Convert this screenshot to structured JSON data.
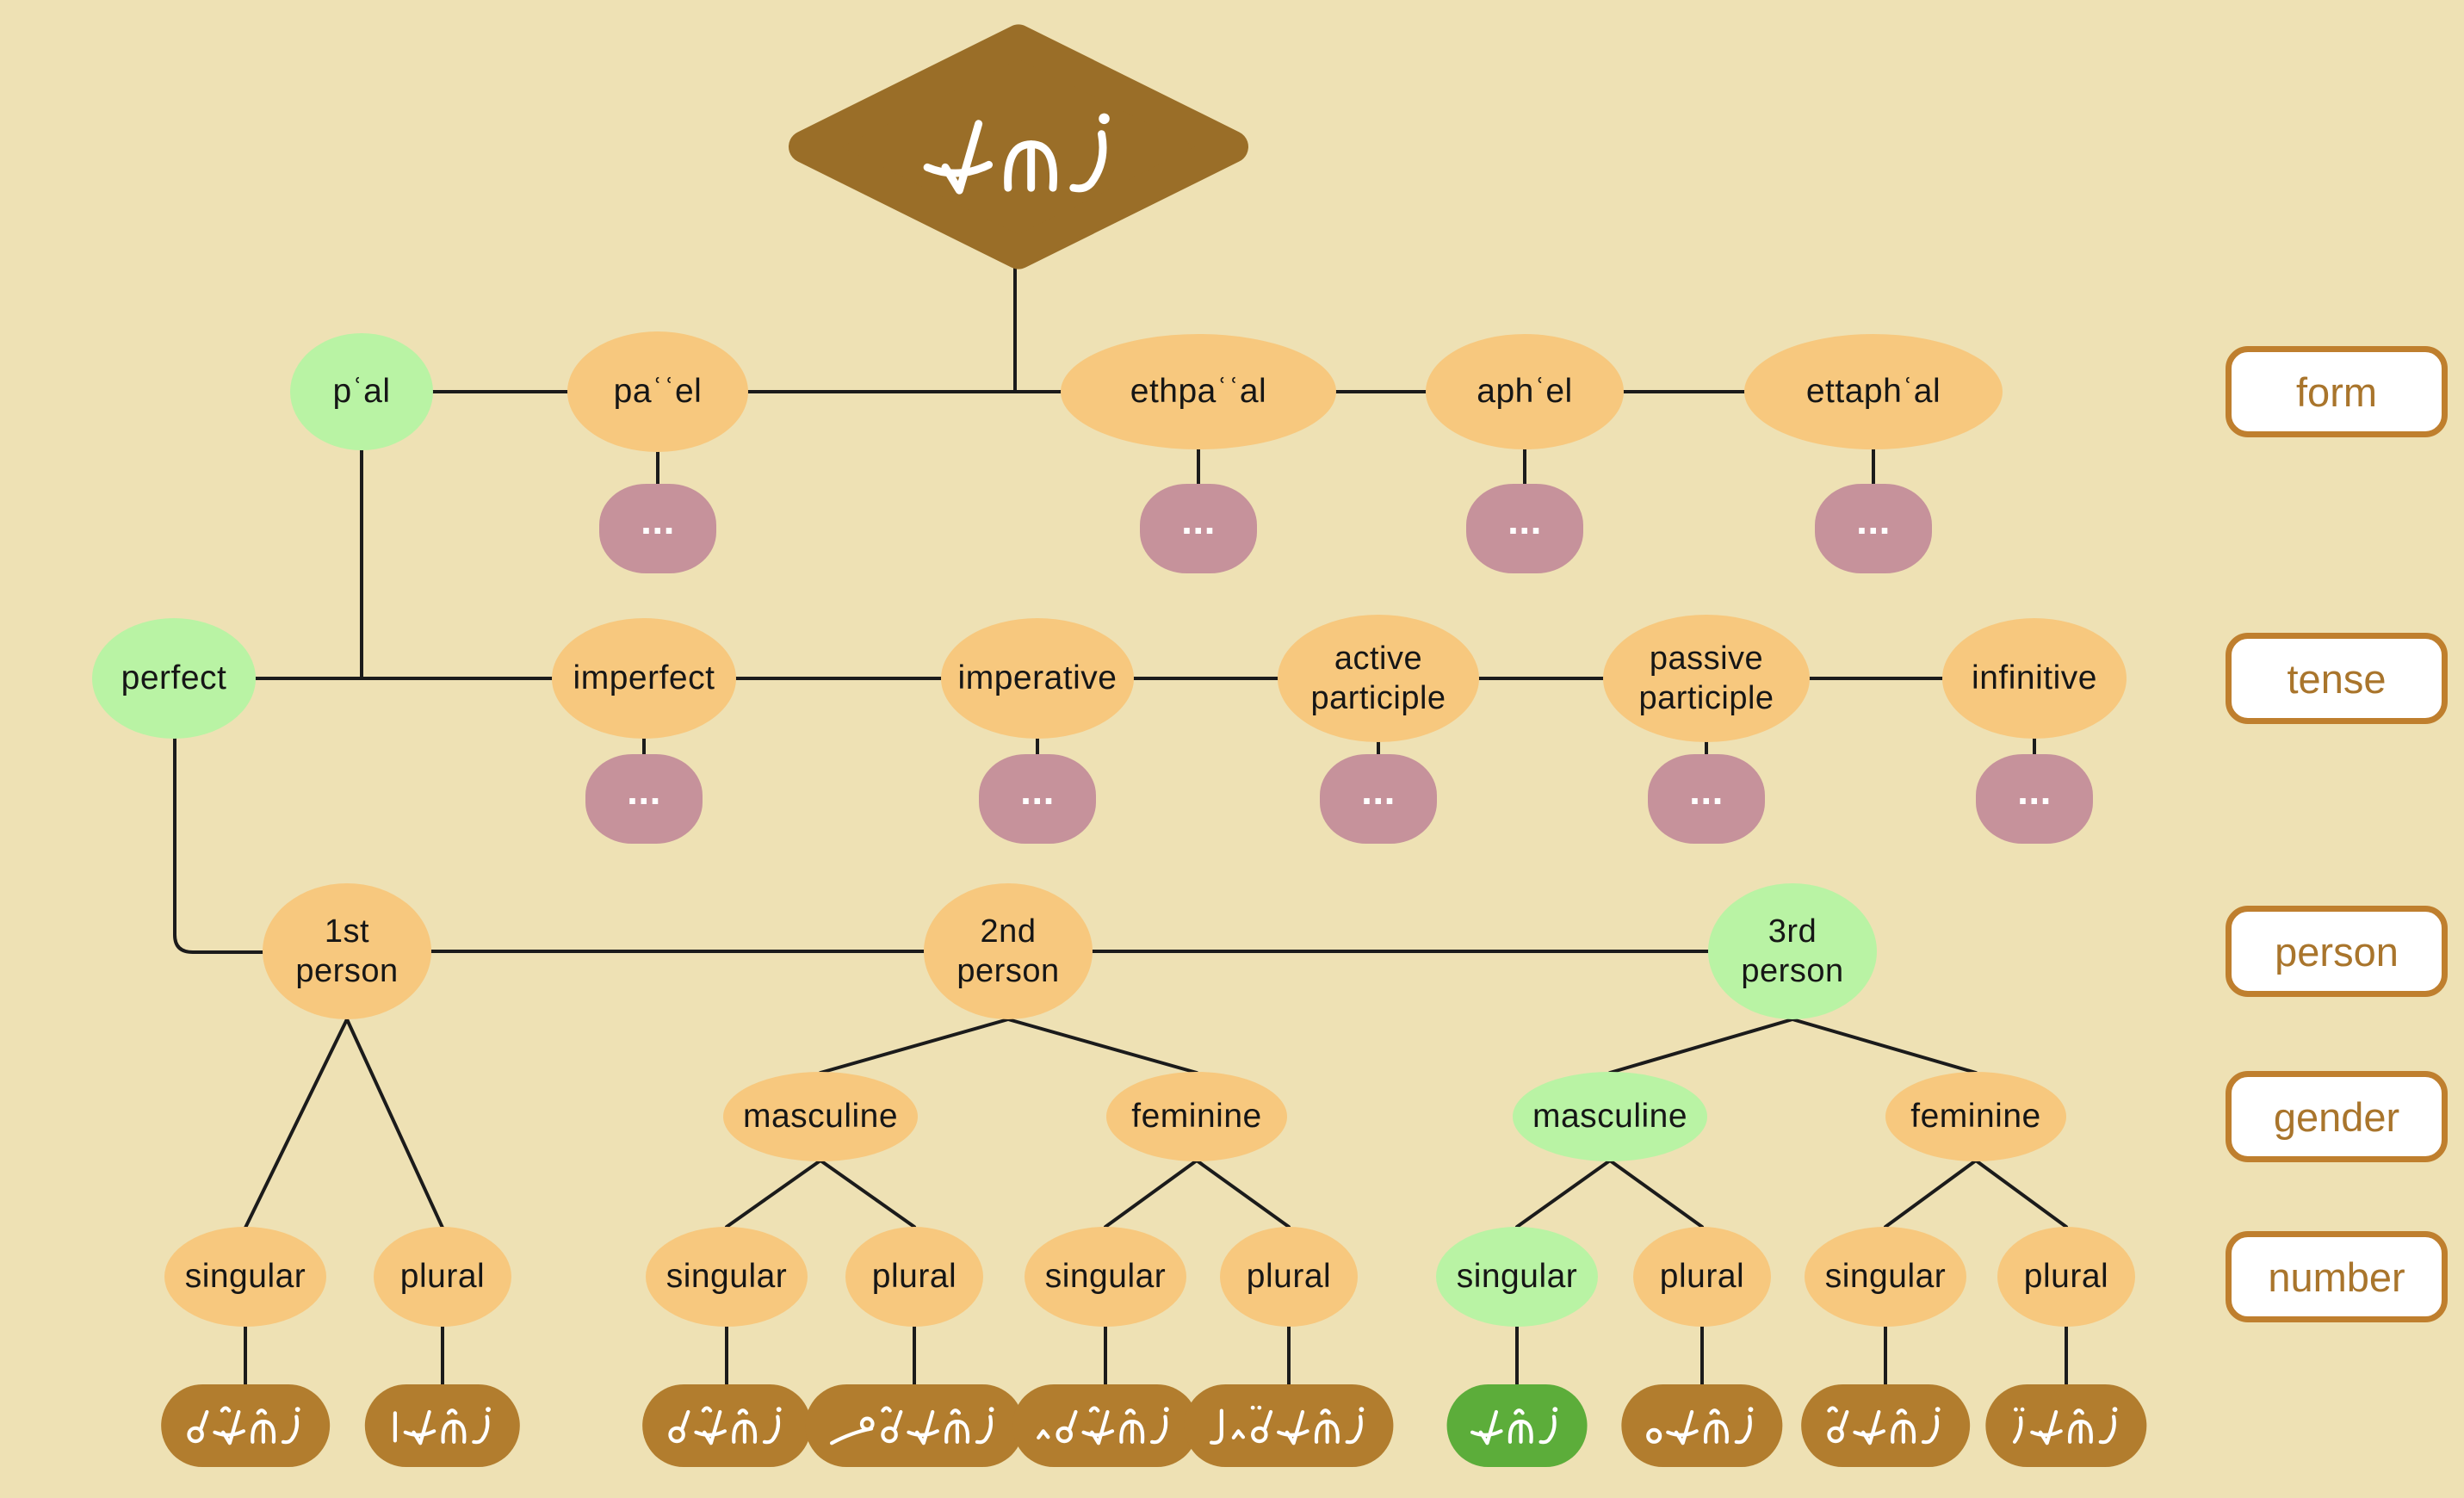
{
  "ellipsis_label": "...",
  "colors": {
    "background": "#eee1b4",
    "node_orange": "#f7c87e",
    "node_green": "#b9f3a4",
    "ellipsis_pink": "#c6929b",
    "leaf_brown": "#b27d2e",
    "leaf_green": "#5cad3a",
    "root_brown": "#9a6e28",
    "connector": "#1b1b1b",
    "label_border": "#bf7f2e",
    "label_text": "#a9752c"
  },
  "root": {
    "translit": "rheṭ",
    "unicode": "ܪܗܛ",
    "glyphs": "tet he resh_dot"
  },
  "legend": {
    "form": "form",
    "tense": "tense",
    "person": "person",
    "gender": "gender",
    "number": "number"
  },
  "forms": {
    "pal": "pʿal",
    "pael": "paʿʿel",
    "ethpaal": "ethpaʿʿal",
    "aphel": "aphʿel",
    "ettaphal": "ettaphʿal"
  },
  "tenses": {
    "perfect": "perfect",
    "imperfect": "imperfect",
    "imperative": "imperative",
    "active_1": "active",
    "active_2": "participle",
    "passive_1": "passive",
    "passive_2": "participle",
    "infinitive": "infinitive"
  },
  "persons": {
    "first_1": "1st",
    "first_2": "person",
    "second_1": "2nd",
    "second_2": "person",
    "third_1": "3rd",
    "third_2": "person"
  },
  "genders": {
    "masculine": "masculine",
    "feminine": "feminine"
  },
  "numbers": {
    "singular": "singular",
    "plural": "plural"
  },
  "leaves": {
    "p1_sg": {
      "translit": "rehṭeth",
      "unicode": "ܪܶܗܛܶܬ",
      "glyphs": "taw tet_hat he_hat resh_dot"
    },
    "p1_pl": {
      "translit": "rheṭn",
      "unicode": "ܪܗܶܛܢ",
      "glyphs": "nun_join tet he_hat resh_dot"
    },
    "p2_m_sg": {
      "translit": "rheṭt",
      "unicode": "ܪܗܶܛܬ",
      "glyphs": "taw tet_hat he_hat resh_dot"
    },
    "p2_m_pl": {
      "translit": "rheṭton",
      "unicode": "ܪܗܶܛܬܽܘܢ",
      "glyphs": "waw_nun taw_hat tet he_hat resh_dot"
    },
    "p2_f_sg": {
      "translit": "rheṭty",
      "unicode": "ܪܗܶܛܬܝ",
      "glyphs": "yudh taw tet_hat he_hat resh_dot"
    },
    "p2_f_pl": {
      "translit": "rheṭtēn",
      "unicode": "ܪܗܶܛܬܶܝܢ",
      "glyphs": "nun_final yudh taw_syame tet he_hat resh_dot"
    },
    "p3_m_sg": {
      "translit": "rheṭ",
      "unicode": "ܪܗܶܛ",
      "glyphs": "tet he_hat resh_dot"
    },
    "p3_m_pl": {
      "translit": "rheṭw",
      "unicode": "ܪܗܶܛܘ",
      "glyphs": "waw tet he_hat resh_dot"
    },
    "p3_f_sg": {
      "translit": "rehṭath",
      "unicode": "ܪܶܗܛܰܬ",
      "glyphs": "taw_hat tet he_hat resh_dot"
    },
    "p3_f_pl": {
      "translit": "rheṭy",
      "unicode": "ܪܗܶܛ̈ܝ",
      "glyphs": "yudh_syame tet he_hat resh_dot"
    }
  }
}
